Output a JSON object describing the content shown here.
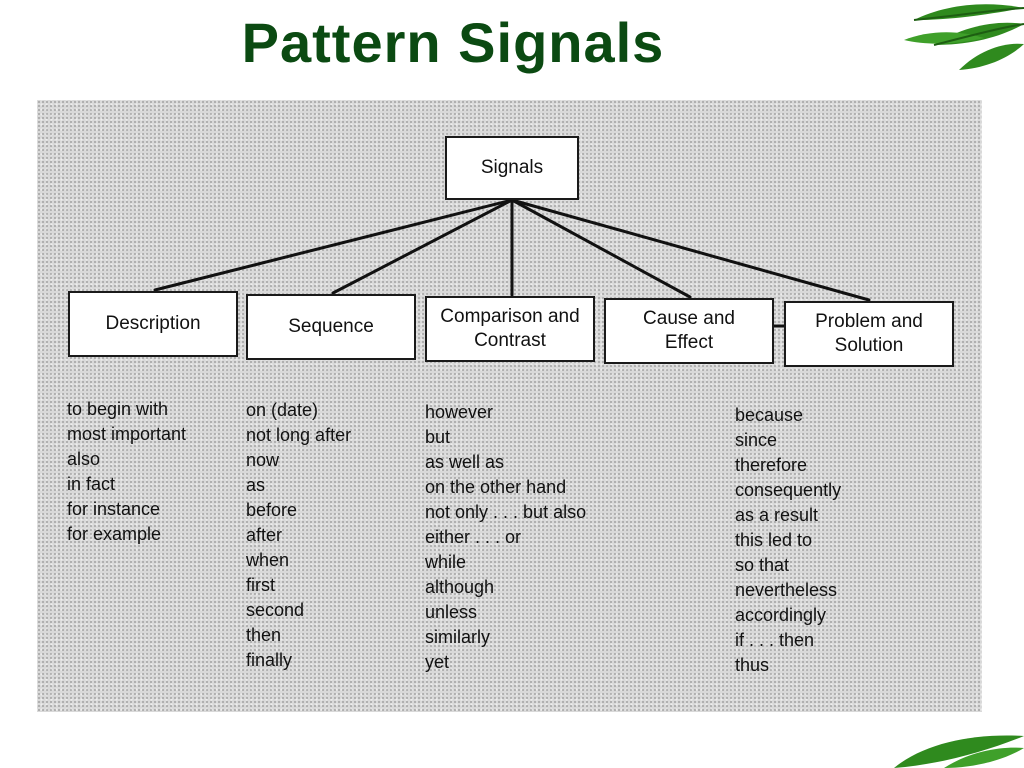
{
  "slide": {
    "title": "Pattern Signals"
  },
  "diagram": {
    "root": "Signals",
    "categories": [
      {
        "label": "Description",
        "words": [
          "to begin with",
          "most important",
          "also",
          "in fact",
          "for instance",
          "for example"
        ]
      },
      {
        "label": "Sequence",
        "words": [
          "on (date)",
          "not long after",
          "now",
          "as",
          "before",
          "after",
          "when",
          "first",
          "second",
          "then",
          "finally"
        ]
      },
      {
        "label": "Comparison and\nContrast",
        "words": [
          "however",
          "but",
          "as well as",
          "on the other hand",
          "not only . . . but also",
          "either . . . or",
          "while",
          "although",
          "unless",
          "similarly",
          "yet"
        ]
      },
      {
        "label": "Cause and\nEffect",
        "words": [
          "because",
          "since",
          "therefore",
          "consequently",
          "as a result",
          "this led to",
          "so that",
          "nevertheless",
          "accordingly",
          "if . . . then",
          "thus"
        ]
      },
      {
        "label": "Problem and\nSolution",
        "words": []
      }
    ]
  },
  "colors": {
    "title": "#0b4a12",
    "leaf": "#2f8a1e"
  },
  "decor": {
    "corner_icon": "bamboo-leaf-icon"
  }
}
